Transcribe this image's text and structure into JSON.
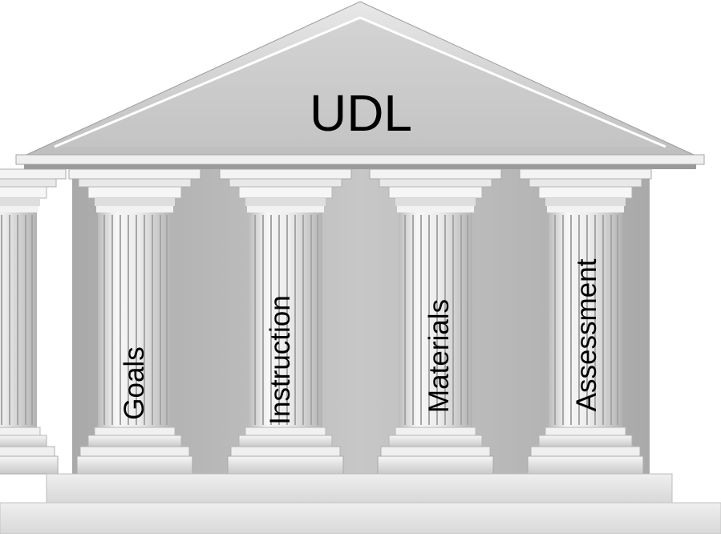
{
  "title": "UDL",
  "pillars": [
    {
      "label": "Goals"
    },
    {
      "label": "Instruction"
    },
    {
      "label": "Materials"
    },
    {
      "label": "Assessment"
    }
  ],
  "colors": {
    "marble_light": "#f4f4f4",
    "marble_mid": "#d6d6d6",
    "marble_shadow": "#8a8a8a",
    "background_wall": "#b9b9b9",
    "text": "#000000"
  }
}
